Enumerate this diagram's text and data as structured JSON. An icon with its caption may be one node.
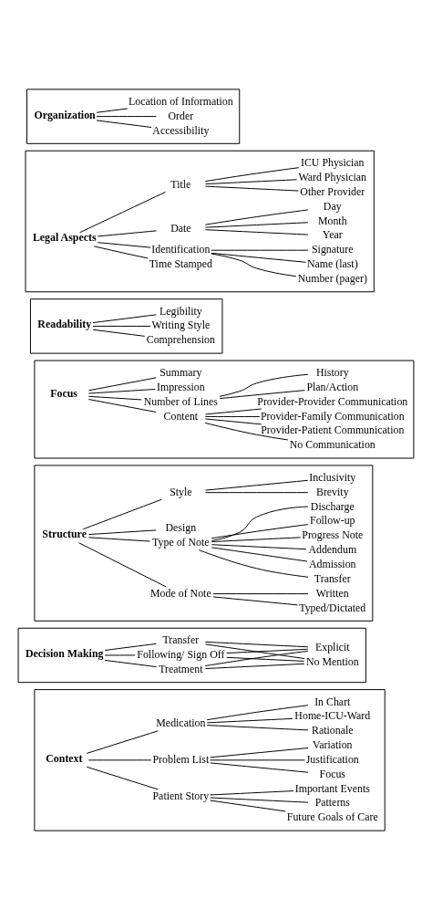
{
  "diagram": {
    "nodes": [
      {
        "text": [],
        "shape": "box"
      },
      {
        "text": [
          "Organization"
        ],
        "in": 0
      },
      {
        "text": [
          "Location of Information"
        ],
        "in": 0
      },
      {
        "text": [
          "Order"
        ],
        "in": 0
      },
      {
        "text": [
          "Accessibility"
        ],
        "in": 0
      },
      {
        "text": [],
        "shape": "box"
      },
      {
        "text": [
          "Legal Aspects"
        ],
        "in": 5
      },
      {
        "text": [
          "Title"
        ],
        "in": 5
      },
      {
        "text": [
          "ICU Physician"
        ],
        "in": 5
      },
      {
        "text": [
          "Ward Physician"
        ],
        "in": 5
      },
      {
        "text": [
          "Other Provider"
        ],
        "in": 5
      },
      {
        "text": [
          "Date"
        ],
        "in": 5
      },
      {
        "text": [
          "Day"
        ],
        "in": 5
      },
      {
        "text": [
          "Month"
        ],
        "in": 5
      },
      {
        "text": [
          "Year"
        ],
        "in": 5
      },
      {
        "text": [
          "Identification"
        ],
        "in": 5
      },
      {
        "text": [
          "Signature"
        ],
        "in": 5
      },
      {
        "text": [
          "Name (last)"
        ],
        "in": 5
      },
      {
        "text": [
          "Number (pager)"
        ],
        "in": 5
      },
      {
        "text": [
          "Time Stamped"
        ],
        "in": 5
      },
      {
        "text": [],
        "shape": "box"
      },
      {
        "text": [
          "Readability"
        ],
        "in": 20
      },
      {
        "text": [
          "Legibility"
        ],
        "in": 20
      },
      {
        "text": [
          "Writing Style"
        ],
        "in": 20
      },
      {
        "text": [
          "Comprehension"
        ],
        "in": 20
      },
      {
        "text": [],
        "shape": "box"
      },
      {
        "text": [
          "Focus"
        ],
        "in": 25
      },
      {
        "text": [
          "Summary"
        ],
        "in": 25
      },
      {
        "text": [
          "Impression"
        ],
        "in": 25
      },
      {
        "text": [
          "Number of Lines"
        ],
        "in": 25
      },
      {
        "text": [
          "History"
        ],
        "in": 25
      },
      {
        "text": [
          "Plan/Action"
        ],
        "in": 25
      },
      {
        "text": [
          "Content"
        ],
        "in": 25
      },
      {
        "text": [
          "Provider-Provider Communication"
        ],
        "in": 25
      },
      {
        "text": [
          "Provider-Family Communication"
        ],
        "in": 25
      },
      {
        "text": [
          "Provider-Patient Communication"
        ],
        "in": 25
      },
      {
        "text": [
          "No Communication"
        ],
        "in": 25
      },
      {
        "text": [],
        "shape": "box"
      },
      {
        "text": [
          "Structure"
        ],
        "in": 37
      },
      {
        "text": [
          "Style"
        ],
        "in": 37
      },
      {
        "text": [
          "Inclusivity"
        ],
        "in": 37
      },
      {
        "text": [
          "Brevity"
        ],
        "in": 37
      },
      {
        "text": [
          "Design"
        ],
        "in": 37
      },
      {
        "text": [
          "Type of Note"
        ],
        "in": 37
      },
      {
        "text": [
          "Progress Note"
        ],
        "in": 37
      },
      {
        "text": [
          "Addendum"
        ],
        "in": 37
      },
      {
        "text": [
          "Admission"
        ],
        "in": 37
      },
      {
        "text": [
          "Transfer"
        ],
        "in": 37
      },
      {
        "text": [
          "Discharge"
        ],
        "in": 37
      },
      {
        "text": [
          "Follow-up"
        ],
        "in": 37
      },
      {
        "text": [
          "Mode of Note"
        ],
        "in": 37
      },
      {
        "text": [
          "Written"
        ],
        "in": 37
      },
      {
        "text": [
          "Typed/Dictated"
        ],
        "in": 37
      },
      {
        "text": [],
        "shape": "box"
      },
      {
        "text": [
          "Decision Making"
        ],
        "in": 53
      },
      {
        "text": [
          "Treatment"
        ],
        "in": 53
      },
      {
        "text": [
          "Transfer"
        ],
        "in": 53
      },
      {
        "text": [
          "Following/ Sign Off"
        ],
        "in": 53
      },
      {
        "text": [
          "Explicit"
        ],
        "in": 53
      },
      {
        "text": [
          "No Mention"
        ],
        "in": 53
      },
      {
        "text": [],
        "shape": "box"
      },
      {
        "text": [
          "Context"
        ],
        "in": 60
      },
      {
        "text": [
          "Medication"
        ],
        "in": 60
      },
      {
        "text": [
          "In Chart"
        ],
        "in": 60
      },
      {
        "text": [
          "Home-ICU-Ward"
        ],
        "in": 60
      },
      {
        "text": [
          "Rationale"
        ],
        "in": 60
      },
      {
        "text": [
          "Problem List"
        ],
        "in": 60
      },
      {
        "text": [
          "Variation"
        ],
        "in": 60
      },
      {
        "text": [
          "Justification"
        ],
        "in": 60
      },
      {
        "text": [
          "Focus"
        ],
        "in": 60
      },
      {
        "text": [
          "Patient Story"
        ],
        "in": 60
      },
      {
        "text": [
          "Important Events"
        ],
        "in": 60
      },
      {
        "text": [
          "Patterns"
        ],
        "in": 60
      },
      {
        "text": [
          "Future Goals of Care"
        ],
        "in": 60
      }
    ],
    "edges": [
      {
        "from": 1,
        "to": 2,
        "arrow": "none"
      },
      {
        "from": 1,
        "to": 3,
        "arrow": "none"
      },
      {
        "from": 1,
        "to": 4,
        "arrow": "none"
      },
      {
        "from": 6,
        "to": 7,
        "arrow": "none"
      },
      {
        "from": 7,
        "to": 8,
        "arrow": "none"
      },
      {
        "from": 7,
        "to": 9,
        "arrow": "none"
      },
      {
        "from": 7,
        "to": 10,
        "arrow": "none"
      },
      {
        "from": 6,
        "to": 11,
        "arrow": "none"
      },
      {
        "from": 11,
        "to": 12,
        "arrow": "none"
      },
      {
        "from": 11,
        "to": 13,
        "arrow": "none"
      },
      {
        "from": 11,
        "to": 14,
        "arrow": "none"
      },
      {
        "from": 6,
        "to": 15,
        "arrow": "none"
      },
      {
        "from": 15,
        "to": 16,
        "arrow": "none"
      },
      {
        "from": 15,
        "to": 17,
        "arrow": "none"
      },
      {
        "from": 15,
        "to": 18,
        "arrow": "none"
      },
      {
        "from": 6,
        "to": 19,
        "arrow": "none"
      },
      {
        "from": 21,
        "to": 22,
        "arrow": "none"
      },
      {
        "from": 21,
        "to": 23,
        "arrow": "none"
      },
      {
        "from": 21,
        "to": 24,
        "arrow": "none"
      },
      {
        "from": 26,
        "to": 27,
        "arrow": "none"
      },
      {
        "from": 26,
        "to": 28,
        "arrow": "none"
      },
      {
        "from": 26,
        "to": 29,
        "arrow": "none"
      },
      {
        "from": 29,
        "to": 30,
        "arrow": "none"
      },
      {
        "from": 29,
        "to": 31,
        "arrow": "none"
      },
      {
        "from": 26,
        "to": 32,
        "arrow": "none"
      },
      {
        "from": 32,
        "to": 33,
        "arrow": "none"
      },
      {
        "from": 32,
        "to": 34,
        "arrow": "none"
      },
      {
        "from": 32,
        "to": 35,
        "arrow": "none"
      },
      {
        "from": 32,
        "to": 36,
        "arrow": "none"
      },
      {
        "from": 38,
        "to": 39,
        "arrow": "none"
      },
      {
        "from": 39,
        "to": 40,
        "arrow": "none"
      },
      {
        "from": 39,
        "to": 41,
        "arrow": "none"
      },
      {
        "from": 38,
        "to": 42,
        "arrow": "none"
      },
      {
        "from": 38,
        "to": 43,
        "arrow": "none"
      },
      {
        "from": 43,
        "to": 44,
        "arrow": "none"
      },
      {
        "from": 43,
        "to": 45,
        "arrow": "none"
      },
      {
        "from": 43,
        "to": 46,
        "arrow": "none"
      },
      {
        "from": 43,
        "to": 47,
        "arrow": "none"
      },
      {
        "from": 43,
        "to": 48,
        "arrow": "none"
      },
      {
        "from": 43,
        "to": 49,
        "arrow": "none"
      },
      {
        "from": 38,
        "to": 50,
        "arrow": "none"
      },
      {
        "from": 50,
        "to": 51,
        "arrow": "none"
      },
      {
        "from": 50,
        "to": 52,
        "arrow": "none"
      },
      {
        "from": 54,
        "to": 55,
        "arrow": "none"
      },
      {
        "from": 54,
        "to": 56,
        "arrow": "none"
      },
      {
        "from": 54,
        "to": 57,
        "arrow": "none"
      },
      {
        "from": 55,
        "to": 58,
        "arrow": "none"
      },
      {
        "from": 55,
        "to": 59,
        "arrow": "none"
      },
      {
        "from": 56,
        "to": 58,
        "arrow": "none"
      },
      {
        "from": 56,
        "to": 59,
        "arrow": "none"
      },
      {
        "from": 57,
        "to": 58,
        "arrow": "none"
      },
      {
        "from": 57,
        "to": 59,
        "arrow": "none"
      },
      {
        "from": 61,
        "to": 62,
        "arrow": "none"
      },
      {
        "from": 62,
        "to": 63,
        "arrow": "none"
      },
      {
        "from": 62,
        "to": 64,
        "arrow": "none"
      },
      {
        "from": 62,
        "to": 65,
        "arrow": "none"
      },
      {
        "from": 61,
        "to": 66,
        "arrow": "none"
      },
      {
        "from": 66,
        "to": 67,
        "arrow": "none"
      },
      {
        "from": 66,
        "to": 68,
        "arrow": "none"
      },
      {
        "from": 66,
        "to": 69,
        "arrow": "none"
      },
      {
        "from": 61,
        "to": 70,
        "arrow": "none"
      },
      {
        "from": 70,
        "to": 71,
        "arrow": "none"
      },
      {
        "from": 70,
        "to": 72,
        "arrow": "none"
      },
      {
        "from": 70,
        "to": 73,
        "arrow": "none"
      }
    ]
  }
}
